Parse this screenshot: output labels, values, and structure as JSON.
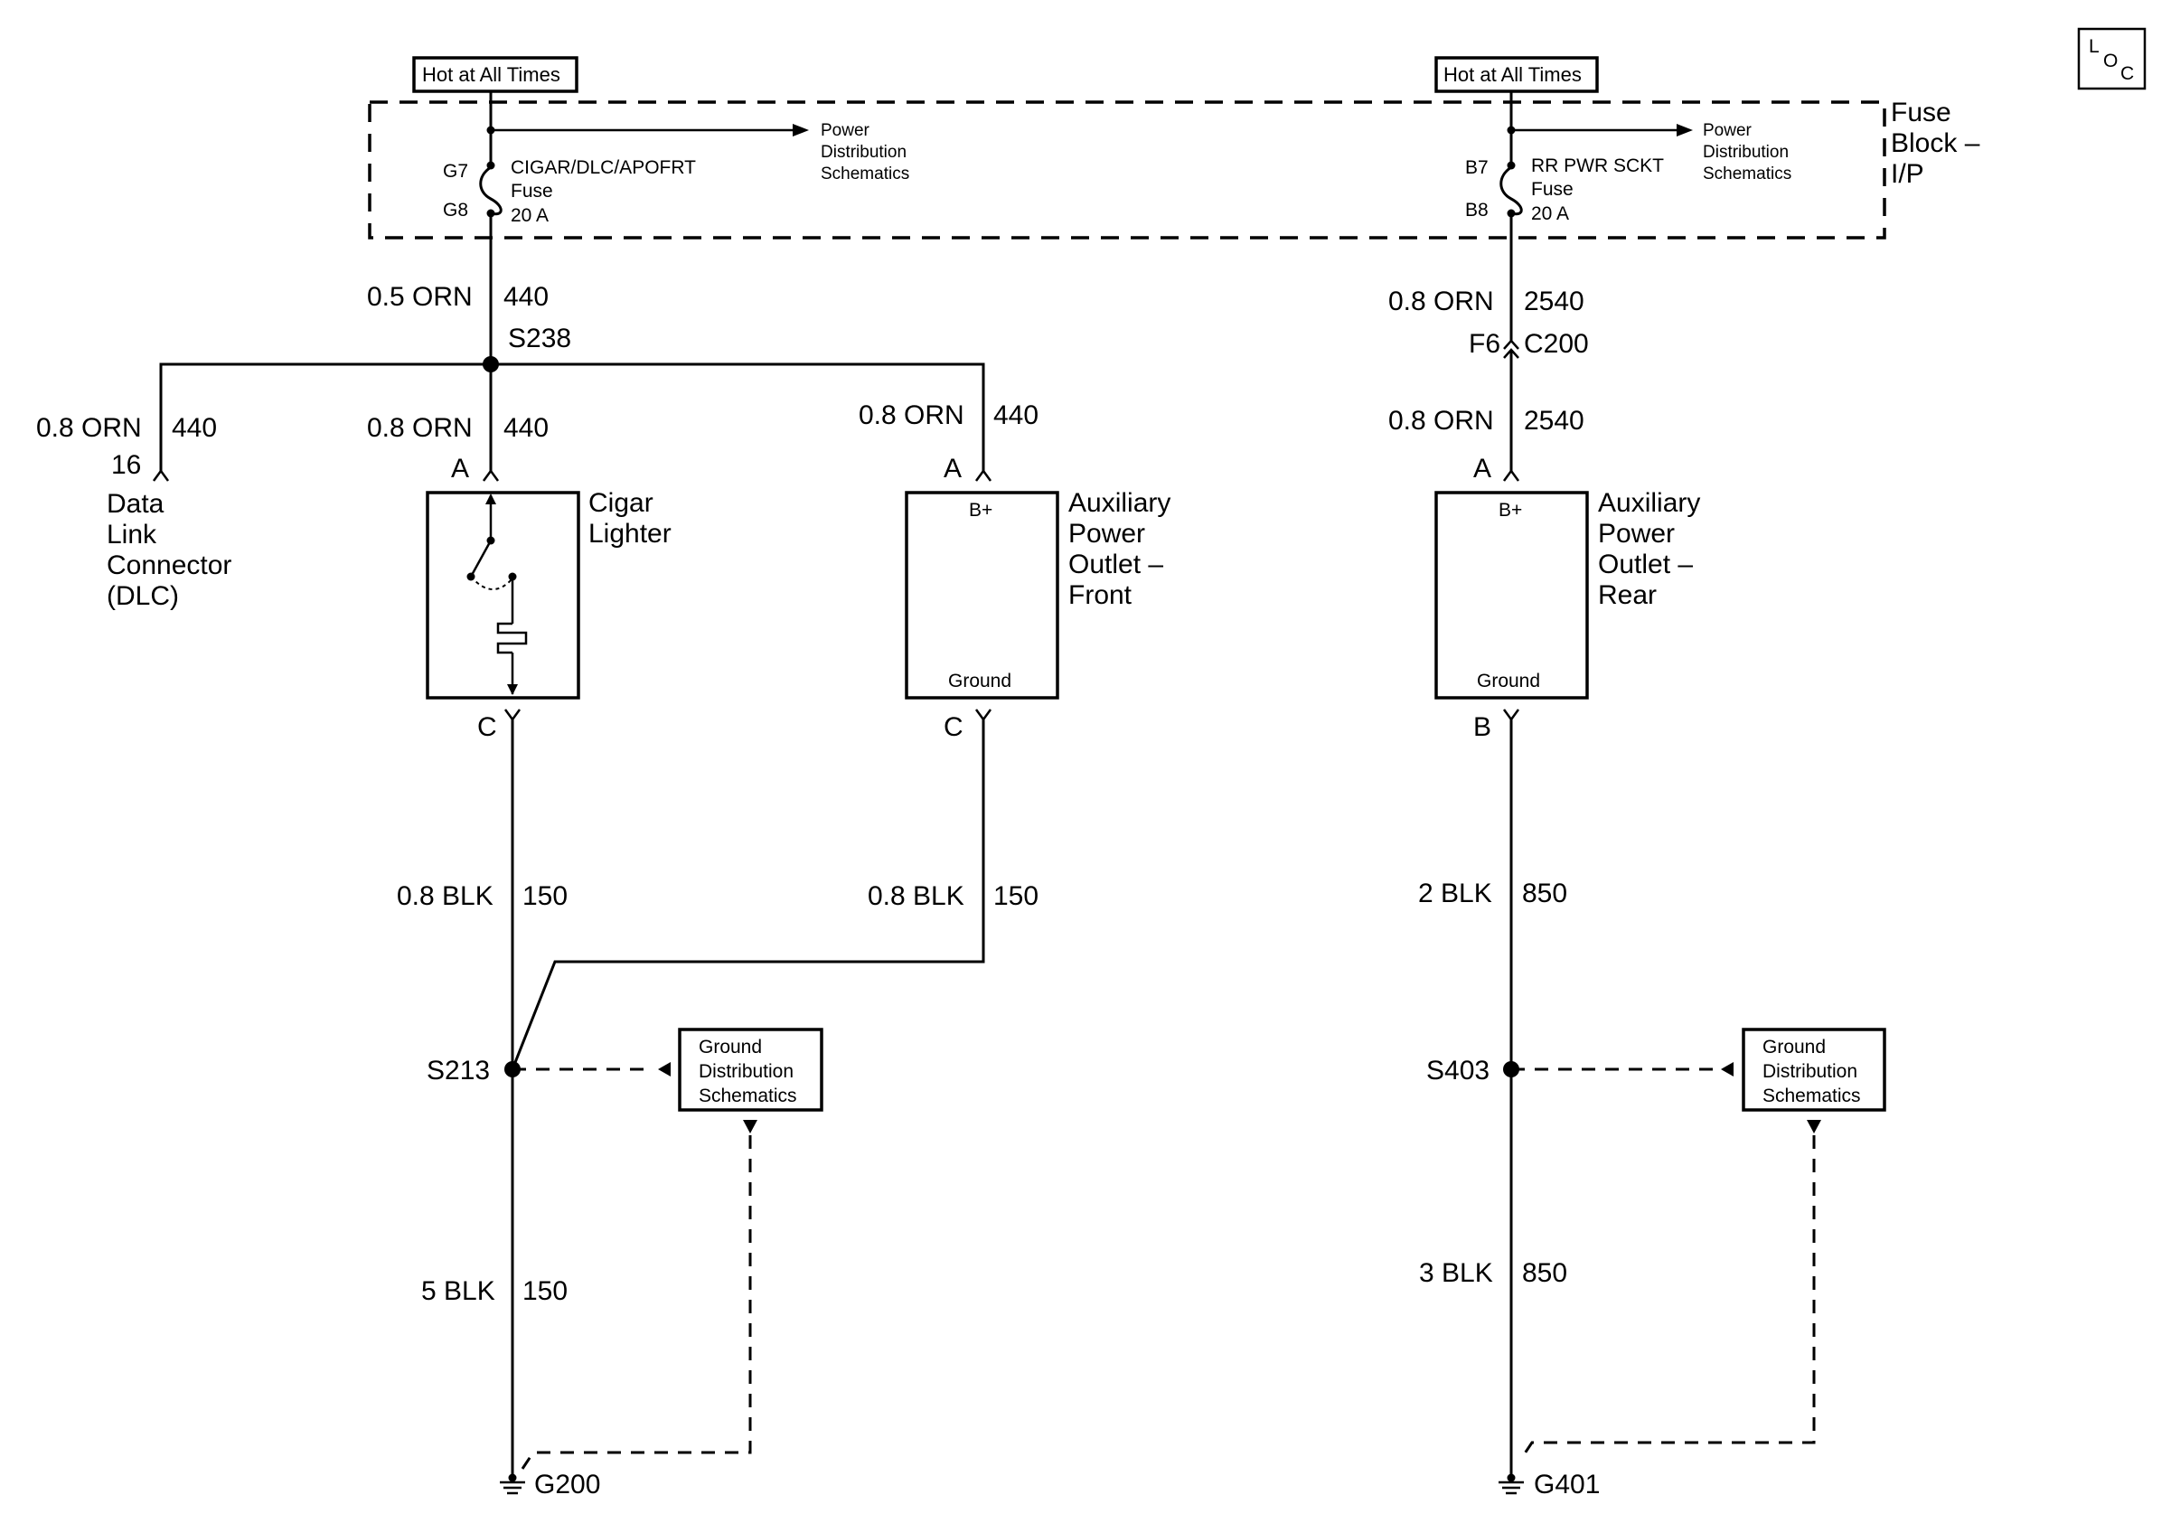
{
  "loc_icon": {
    "top": "L",
    "mid": "O",
    "bottom": "C"
  },
  "fuse_block": {
    "line1": "Fuse",
    "line2": "Block –",
    "line3": "I/P"
  },
  "left_circuit": {
    "hot_label": "Hot at All Times",
    "fuse_pin_in": "G7",
    "fuse_pin_out": "G8",
    "fuse_name": "CIGAR/DLC/APOFRT",
    "fuse_word": "Fuse",
    "fuse_rating": "20 A",
    "power_ref": {
      "line1": "Power",
      "line2": "Distribution",
      "line3": "Schematics"
    },
    "wire_main_size": "0.5 ORN",
    "wire_main_circuit": "440",
    "splice": "S238",
    "dlc": {
      "wire_size": "0.8 ORN",
      "wire_circuit": "440",
      "pin": "16",
      "name_line1": "Data",
      "name_line2": "Link",
      "name_line3": "Connector",
      "name_line4": "(DLC)"
    },
    "cigar": {
      "wire_size": "0.8 ORN",
      "wire_circuit": "440",
      "pin_top": "A",
      "pin_bottom": "C",
      "name_line1": "Cigar",
      "name_line2": "Lighter",
      "ground_wire_size": "0.8 BLK",
      "ground_wire_circuit": "150"
    },
    "front_outlet": {
      "wire_size": "0.8 ORN",
      "wire_circuit": "440",
      "pin_top": "A",
      "pin_bottom": "C",
      "terminal_top": "B+",
      "terminal_bottom": "Ground",
      "name_line1": "Auxiliary",
      "name_line2": "Power",
      "name_line3": "Outlet –",
      "name_line4": "Front",
      "ground_wire_size": "0.8 BLK",
      "ground_wire_circuit": "150"
    },
    "ground_splice": "S213",
    "ground_ref": {
      "line1": "Ground",
      "line2": "Distribution",
      "line3": "Schematics"
    },
    "ground_wire_size": "5 BLK",
    "ground_wire_circuit": "150",
    "ground": "G200"
  },
  "right_circuit": {
    "hot_label": "Hot at All Times",
    "fuse_pin_in": "B7",
    "fuse_pin_out": "B8",
    "fuse_name": "RR PWR SCKT",
    "fuse_word": "Fuse",
    "fuse_rating": "20 A",
    "power_ref": {
      "line1": "Power",
      "line2": "Distribution",
      "line3": "Schematics"
    },
    "wire_top_size": "0.8 ORN",
    "wire_top_circuit": "2540",
    "connector_pin": "F6",
    "connector": "C200",
    "wire_bottom_size": "0.8 ORN",
    "wire_bottom_circuit": "2540",
    "rear_outlet": {
      "pin_top": "A",
      "pin_bottom": "B",
      "terminal_top": "B+",
      "terminal_bottom": "Ground",
      "name_line1": "Auxiliary",
      "name_line2": "Power",
      "name_line3": "Outlet –",
      "name_line4": "Rear"
    },
    "ground_upper_wire_size": "2 BLK",
    "ground_upper_wire_circuit": "850",
    "ground_splice": "S403",
    "ground_ref": {
      "line1": "Ground",
      "line2": "Distribution",
      "line3": "Schematics"
    },
    "ground_lower_wire_size": "3 BLK",
    "ground_lower_wire_circuit": "850",
    "ground": "G401"
  }
}
